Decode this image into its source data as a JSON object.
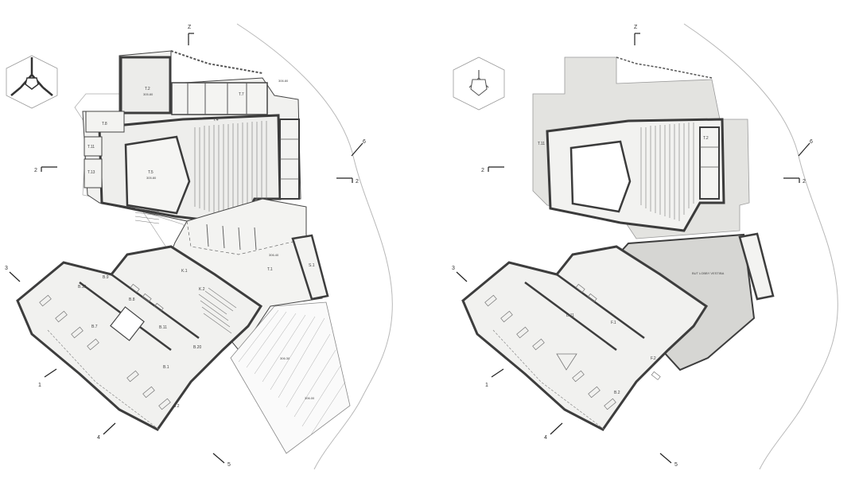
{
  "sheets": [
    {
      "id": "ground-floor",
      "section_marks": [
        "1",
        "2",
        "3",
        "4",
        "5",
        "6",
        "Z"
      ],
      "rooms": [
        {
          "label": "T.2",
          "sub": "305.80"
        },
        {
          "label": "T.5",
          "sub": "305.80"
        },
        {
          "label": "T.8"
        },
        {
          "label": "T.11"
        },
        {
          "label": "T.13"
        },
        {
          "label": "T.4"
        },
        {
          "label": "T.7"
        },
        {
          "label": "T.1"
        },
        {
          "label": "B.1"
        },
        {
          "label": "B.2"
        },
        {
          "label": "B.7"
        },
        {
          "label": "B.8"
        },
        {
          "label": "B.9"
        },
        {
          "label": "B.10"
        },
        {
          "label": "B.11"
        },
        {
          "label": "B.20"
        },
        {
          "label": "K.1"
        },
        {
          "label": "K.2"
        },
        {
          "label": "S.1"
        }
      ],
      "levels": [
        "306.80",
        "306.40",
        "306.30",
        "306.00"
      ]
    },
    {
      "id": "upper-floor",
      "section_marks": [
        "1",
        "2",
        "3",
        "4",
        "5",
        "6",
        "Z"
      ],
      "rooms": [
        {
          "label": "T.11"
        },
        {
          "label": "T.2"
        },
        {
          "label": "B.2"
        },
        {
          "label": "B.11"
        },
        {
          "label": "F.1"
        },
        {
          "label": "F.2"
        }
      ],
      "annotation": "BUT LOBBY VESTIBA"
    }
  ]
}
